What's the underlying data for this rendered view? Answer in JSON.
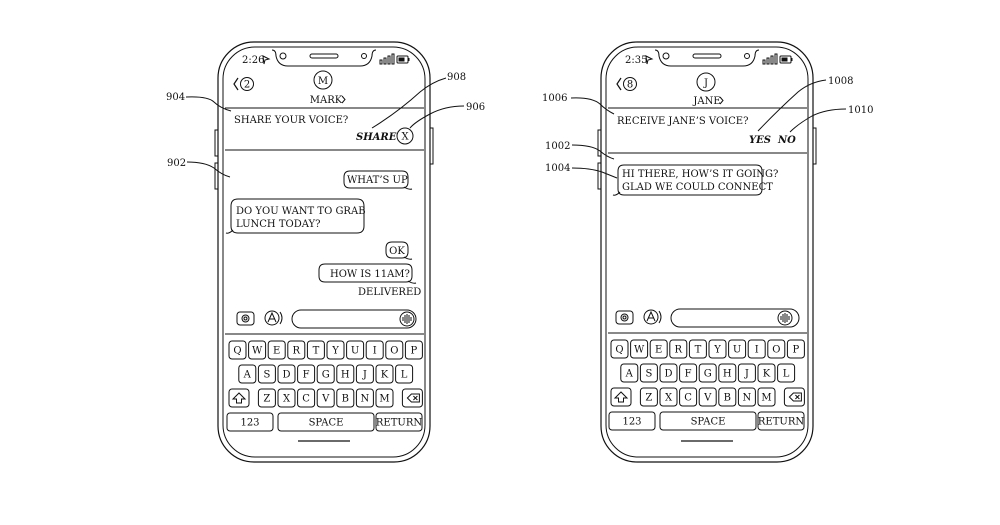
{
  "left_phone": {
    "status_time": "2:26",
    "back_count": "2",
    "avatar_initial": "M",
    "contact_name": "MARK",
    "prompt": "SHARE YOUR VOICE?",
    "share_label": "SHARE",
    "close_label": "X",
    "messages": [
      {
        "text": "WHAT’S UP"
      },
      {
        "text": "DO YOU WANT TO GRAB"
      },
      {
        "text": "LUNCH TODAY?"
      },
      {
        "text": "OK"
      },
      {
        "text": "HOW IS 11AM?"
      }
    ],
    "delivered": "DELIVERED",
    "refs": {
      "r904": "904",
      "r908": "908",
      "r906": "906",
      "r902": "902"
    }
  },
  "right_phone": {
    "status_time": "2:35",
    "back_count": "8",
    "avatar_initial": "J",
    "contact_name": "JANE",
    "prompt": "RECEIVE JANE’S VOICE?",
    "yes_label": "YES",
    "no_label": "NO",
    "messages": [
      {
        "text": "HI THERE, HOW’S IT GOING?"
      },
      {
        "text": "GLAD WE COULD CONNECT"
      }
    ],
    "refs": {
      "r1006": "1006",
      "r1008": "1008",
      "r1010": "1010",
      "r1002": "1002",
      "r1004": "1004"
    }
  },
  "keyboard": {
    "row1": [
      "Q",
      "W",
      "E",
      "R",
      "T",
      "Y",
      "U",
      "I",
      "O",
      "P"
    ],
    "row2": [
      "A",
      "S",
      "D",
      "F",
      "G",
      "H",
      "J",
      "K",
      "L"
    ],
    "row3": [
      "Z",
      "X",
      "C",
      "V",
      "B",
      "N",
      "M"
    ],
    "num_label": "123",
    "space_label": "SPACE",
    "return_label": "RETURN"
  },
  "icons": {
    "back": "chevron-left-icon",
    "location": "location-arrow-icon",
    "signal": "signal-bars-icon",
    "battery": "battery-icon",
    "camera": "camera-icon",
    "apps": "app-store-icon",
    "voice": "voice-waveform-icon",
    "shift": "shift-icon",
    "backspace": "backspace-icon"
  }
}
